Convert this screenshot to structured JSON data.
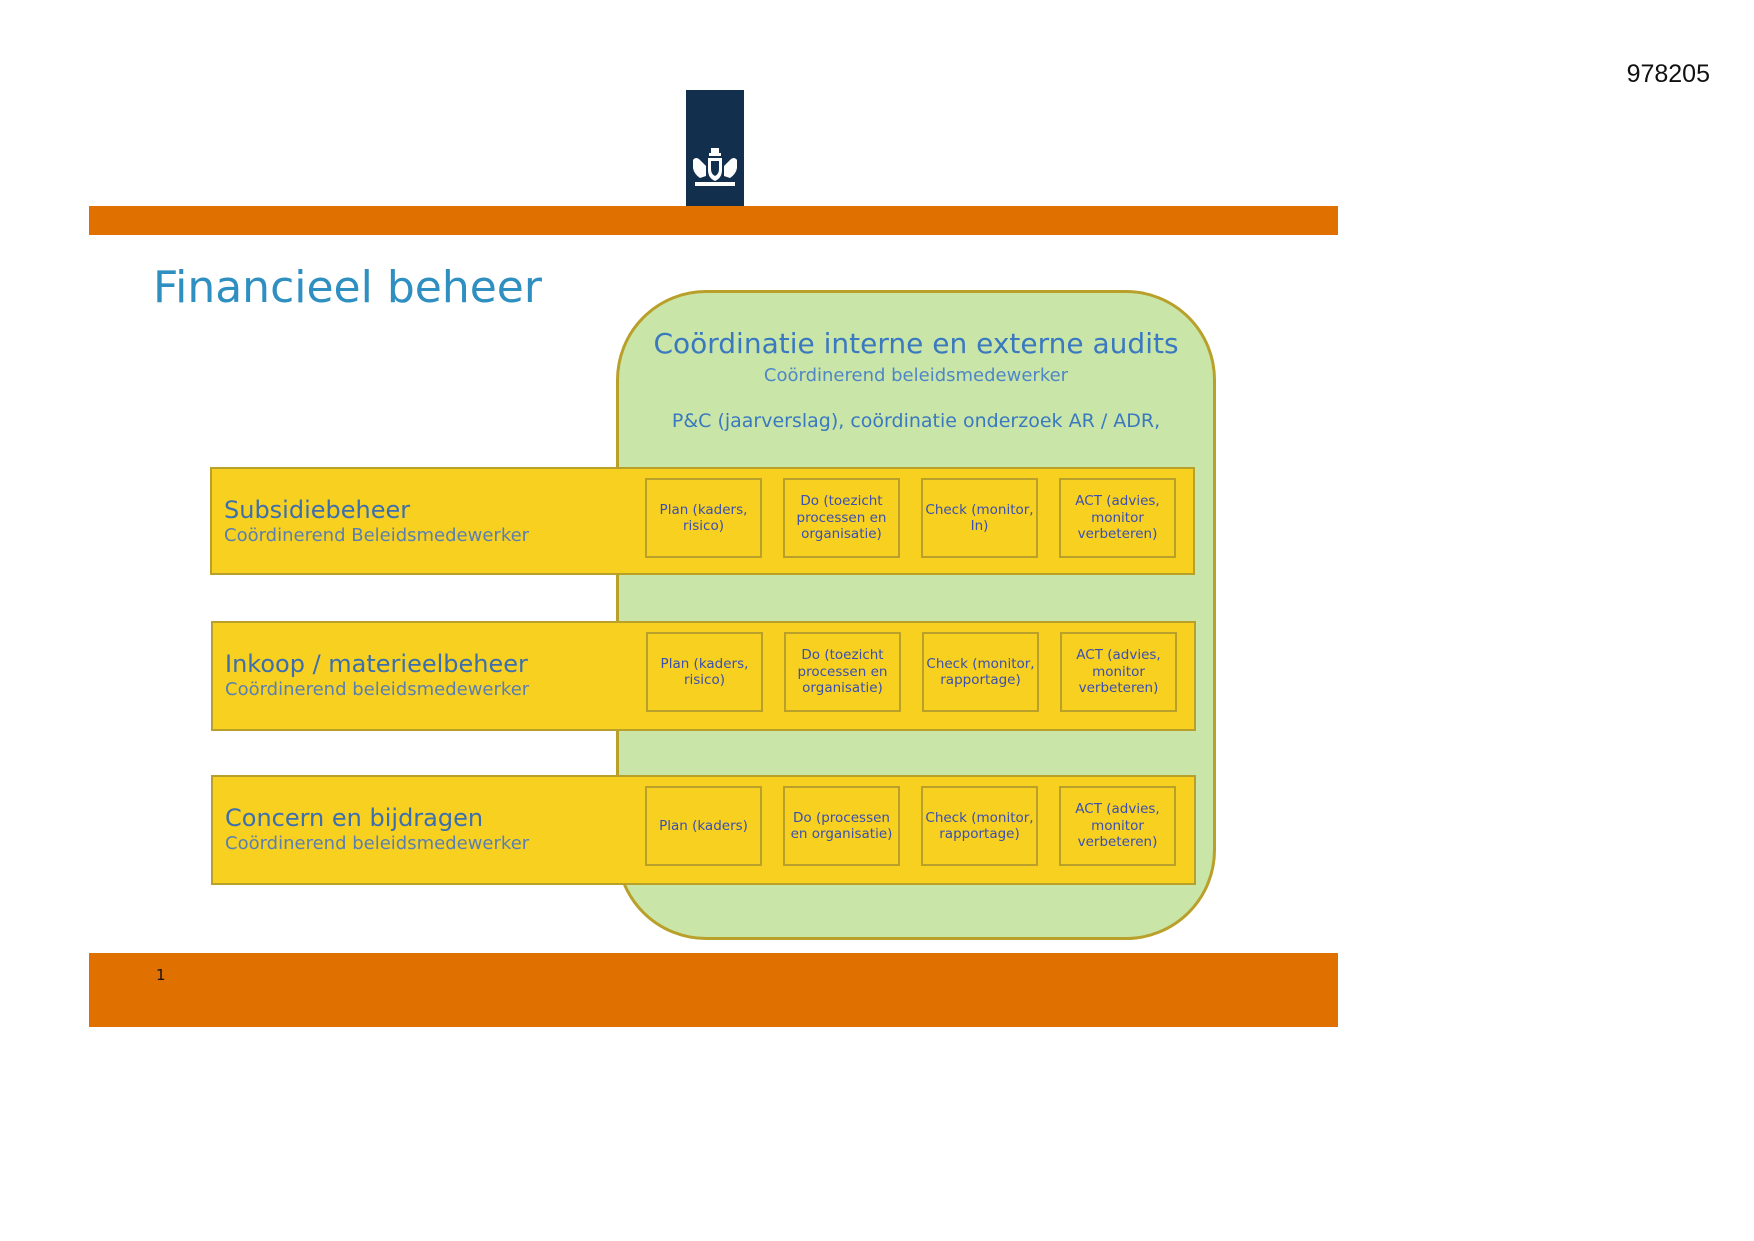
{
  "document": {
    "id": "978205",
    "page_number": "1"
  },
  "slide": {
    "title": "Financieel beheer"
  },
  "audit_box": {
    "title": "Coördinatie interne en externe audits",
    "subtitle": "Coördinerend beleidsmedewerker",
    "description": "P&C (jaarverslag), coördinatie onderzoek AR / ADR,"
  },
  "rows": [
    {
      "title": "Subsidiebeheer",
      "subtitle": "Coördinerend Beleidsmedewerker",
      "cells": [
        "Plan (kaders, risico)",
        "Do (toezicht processen en organisatie)",
        "Check (monitor, In)",
        "ACT (advies, monitor verbeteren)"
      ]
    },
    {
      "title": "Inkoop / materieelbeheer",
      "subtitle": "Coördinerend beleidsmedewerker",
      "cells": [
        "Plan (kaders, risico)",
        "Do (toezicht processen en organisatie)",
        "Check (monitor, rapportage)",
        "ACT (advies, monitor verbeteren)"
      ]
    },
    {
      "title": "Concern en bijdragen",
      "subtitle": "Coördinerend beleidsmedewerker",
      "cells": [
        "Plan (kaders)",
        "Do (processen en organisatie)",
        "Check (monitor, rapportage)",
        "ACT (advies, monitor verbeteren)"
      ]
    }
  ],
  "colors": {
    "orange_band": "#e07000",
    "logo_blue": "#12304e",
    "audit_green": "#c9e6a8",
    "row_yellow": "#f8d020",
    "title_blue": "#2e8fc0"
  },
  "icons": {
    "logo": "coat-of-arms-icon"
  }
}
